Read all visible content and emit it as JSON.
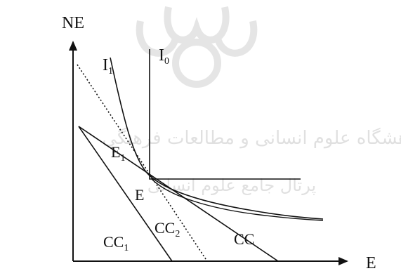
{
  "axes": {
    "y_label": "NE",
    "x_label": "E"
  },
  "labels": {
    "i1": {
      "base": "I",
      "sub": "1"
    },
    "i0": {
      "base": "I",
      "sub": "0"
    },
    "e1": {
      "base": "E",
      "sub": "1"
    },
    "e": "E",
    "cc1": {
      "base": "CC",
      "sub": "1"
    },
    "cc2": {
      "base": "CC",
      "sub": "2"
    },
    "cc": "CC"
  },
  "watermark": {
    "text": "پژوهشگاه علوم انسانی و مطالعات فرهنگی",
    "subtext": "پرتال جامع علوم انسانی"
  },
  "colors": {
    "ink": "#111111",
    "watermark": "#c8c8c8"
  }
}
